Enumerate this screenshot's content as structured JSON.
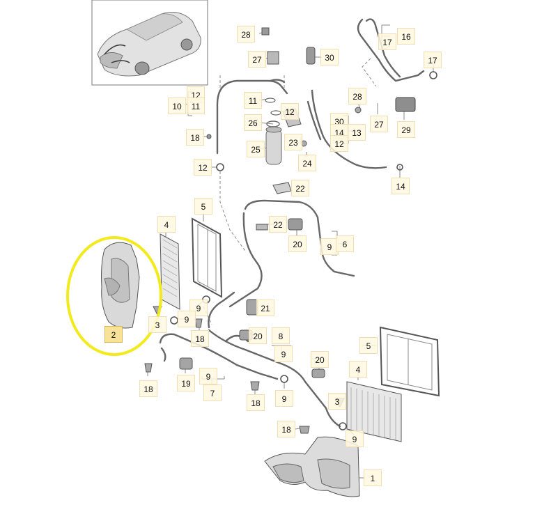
{
  "diagram": {
    "selected_part": "2",
    "highlight_color": "#f2ea1c",
    "label_fill": "#fff8e1",
    "selected_label_fill": "#f7e29a",
    "line_color": "#888888",
    "callouts": [
      {
        "id": "c28a",
        "text": "28"
      },
      {
        "id": "c27a",
        "text": "27"
      },
      {
        "id": "c30a",
        "text": "30"
      },
      {
        "id": "c16",
        "text": "16"
      },
      {
        "id": "c17a",
        "text": "17"
      },
      {
        "id": "c17b",
        "text": "17"
      },
      {
        "id": "c12a",
        "text": "12"
      },
      {
        "id": "c10",
        "text": "10"
      },
      {
        "id": "c11a",
        "text": "11"
      },
      {
        "id": "c11b",
        "text": "11"
      },
      {
        "id": "c12b",
        "text": "12"
      },
      {
        "id": "c26",
        "text": "26"
      },
      {
        "id": "c28b",
        "text": "28"
      },
      {
        "id": "c27b",
        "text": "27"
      },
      {
        "id": "c29",
        "text": "29"
      },
      {
        "id": "c30b",
        "text": "30"
      },
      {
        "id": "c14a",
        "text": "14"
      },
      {
        "id": "c13",
        "text": "13"
      },
      {
        "id": "c12c",
        "text": "12"
      },
      {
        "id": "c18a",
        "text": "18"
      },
      {
        "id": "c23",
        "text": "23"
      },
      {
        "id": "c25",
        "text": "25"
      },
      {
        "id": "c24",
        "text": "24"
      },
      {
        "id": "c12d",
        "text": "12"
      },
      {
        "id": "c14b",
        "text": "14"
      },
      {
        "id": "c22a",
        "text": "22"
      },
      {
        "id": "c5a",
        "text": "5"
      },
      {
        "id": "c4a",
        "text": "4"
      },
      {
        "id": "c22b",
        "text": "22"
      },
      {
        "id": "c20a",
        "text": "20"
      },
      {
        "id": "c9a",
        "text": "9"
      },
      {
        "id": "c6",
        "text": "6"
      },
      {
        "id": "c21",
        "text": "21"
      },
      {
        "id": "c9b",
        "text": "9"
      },
      {
        "id": "c3a",
        "text": "3"
      },
      {
        "id": "c9c",
        "text": "9"
      },
      {
        "id": "c18b",
        "text": "18"
      },
      {
        "id": "c2",
        "text": "2"
      },
      {
        "id": "c20b",
        "text": "20"
      },
      {
        "id": "c8",
        "text": "8"
      },
      {
        "id": "c9d",
        "text": "9"
      },
      {
        "id": "c5b",
        "text": "5"
      },
      {
        "id": "c20c",
        "text": "20"
      },
      {
        "id": "c4b",
        "text": "4"
      },
      {
        "id": "c18c",
        "text": "18"
      },
      {
        "id": "c19",
        "text": "19"
      },
      {
        "id": "c9e",
        "text": "9"
      },
      {
        "id": "c7",
        "text": "7"
      },
      {
        "id": "c18d",
        "text": "18"
      },
      {
        "id": "c9f",
        "text": "9"
      },
      {
        "id": "c3b",
        "text": "3"
      },
      {
        "id": "c18e",
        "text": "18"
      },
      {
        "id": "c9g",
        "text": "9"
      },
      {
        "id": "c1",
        "text": "1"
      }
    ]
  }
}
